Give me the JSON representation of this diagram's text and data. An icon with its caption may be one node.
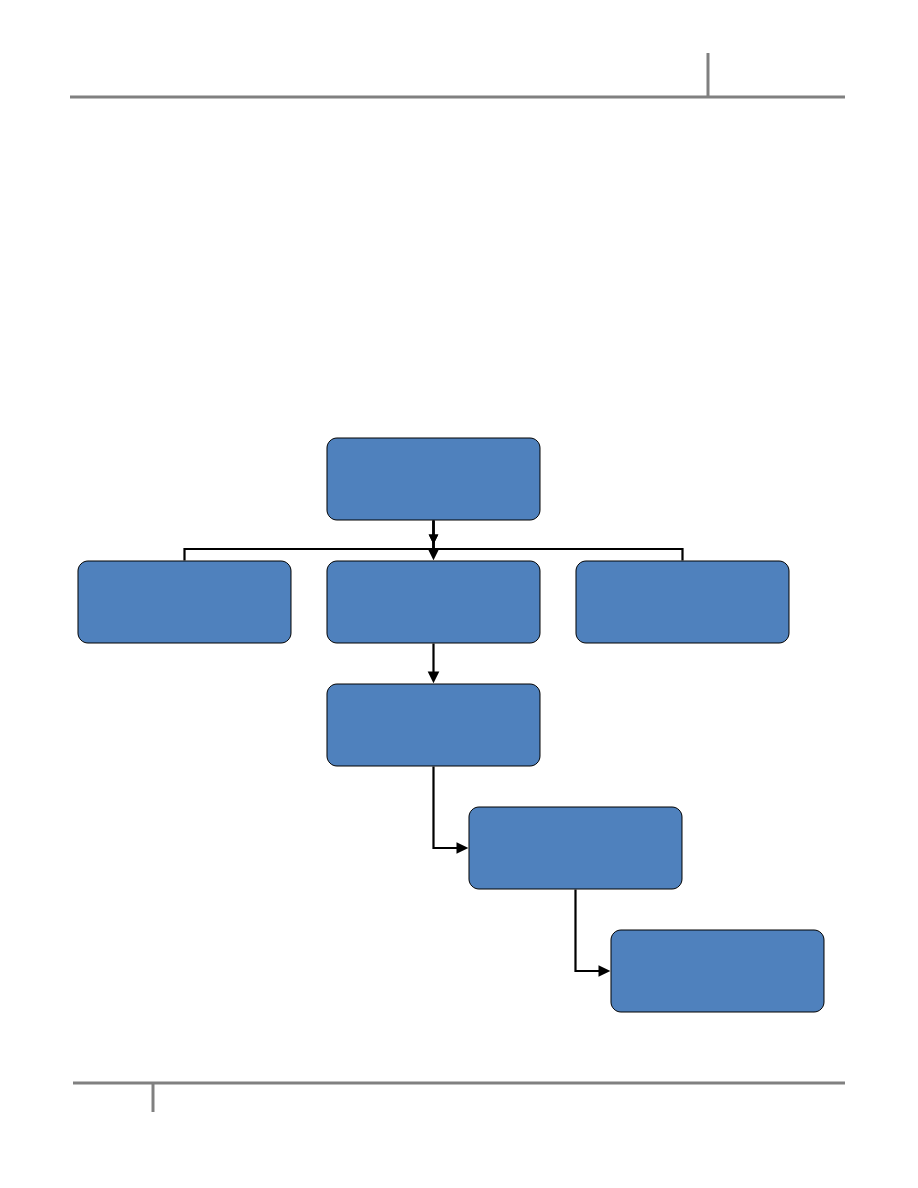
{
  "diagram": {
    "nodes": [
      {
        "text": [],
        "shape": "box"
      },
      {
        "text": [],
        "shape": "box"
      },
      {
        "text": [],
        "shape": "box"
      },
      {
        "text": [],
        "shape": "box"
      },
      {
        "text": [],
        "shape": "box"
      },
      {
        "text": [],
        "shape": "box"
      },
      {
        "text": [],
        "shape": "box"
      }
    ],
    "edges": [
      {
        "from": 0,
        "to": 1,
        "arrow": "to"
      },
      {
        "from": 0,
        "to": 2,
        "arrow": "to"
      },
      {
        "from": 0,
        "to": 3,
        "arrow": "to"
      },
      {
        "from": 2,
        "to": 4,
        "arrow": "to"
      },
      {
        "from": 4,
        "to": 5,
        "arrow": "to"
      },
      {
        "from": 5,
        "to": 6,
        "arrow": "to"
      }
    ]
  }
}
